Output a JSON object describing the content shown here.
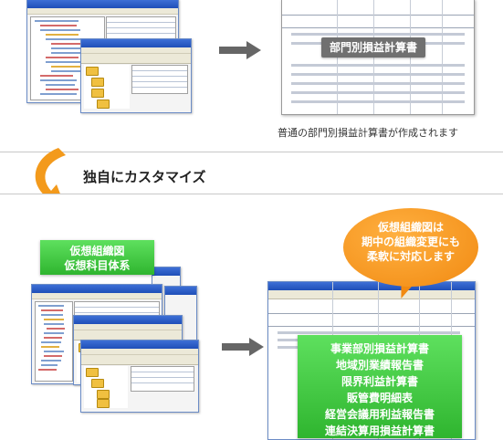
{
  "top": {
    "report_label": "部門別損益計算書",
    "caption": "普通の部門別損益計算書が作成されます"
  },
  "transition": {
    "label": "独自にカスタマイズ"
  },
  "bottom": {
    "virtual_box": [
      "仮想組織図",
      "仮想科目体系"
    ],
    "bubble": [
      "仮想組織図は",
      "期中の組織変更にも",
      "柔軟に対応します"
    ],
    "reports": [
      "事業部別損益計算書",
      "地域別業績報告書",
      "限界利益計算書",
      "販管費明細表",
      "経営会議用利益報告書",
      "連結決算用損益計算書"
    ]
  },
  "colors": {
    "arrow": "#666666",
    "curve_arrow": "#f39a1c",
    "green": "#3cc23c",
    "bubble": "#f18a12",
    "gray_label": "#707070"
  }
}
